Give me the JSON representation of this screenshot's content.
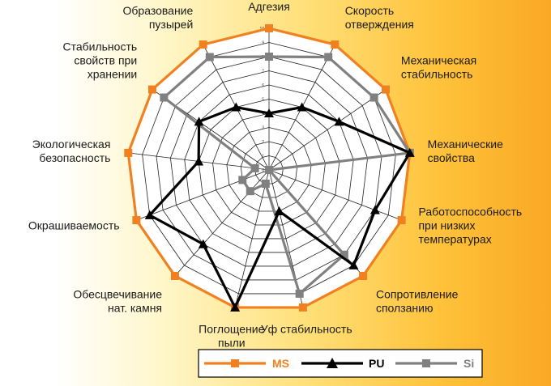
{
  "chart_data": {
    "type": "radar",
    "axes": [
      {
        "label": [
          "Адгезия"
        ]
      },
      {
        "label": [
          "Скорость",
          "отверждения"
        ]
      },
      {
        "label": [
          "Механическая",
          "стабильность"
        ]
      },
      {
        "label": [
          "Механические",
          "свойства"
        ]
      },
      {
        "label": [
          "Работоспособность",
          "при низких",
          "температурах"
        ]
      },
      {
        "label": [
          "Сопротивление",
          "сползанию"
        ]
      },
      {
        "label": [
          "Уф стабильность"
        ]
      },
      {
        "label": [
          "Поглощение",
          "пыли"
        ]
      },
      {
        "label": [
          "Обесцвечивание",
          "нат. камня"
        ]
      },
      {
        "label": [
          "Окрашиваемость"
        ]
      },
      {
        "label": [
          "Экологическая",
          "безопасность"
        ]
      },
      {
        "label": [
          "Стабильность",
          "свойств при",
          "хранении"
        ]
      },
      {
        "label": [
          "Образование",
          "пузырей"
        ]
      }
    ],
    "r_range": [
      0,
      10
    ],
    "grid_levels": 10,
    "series": [
      {
        "name": "MS",
        "color": "#f08020",
        "marker": "square",
        "values": [
          10,
          10,
          10,
          10,
          10,
          10,
          10,
          10,
          10,
          10,
          10,
          10,
          10
        ]
      },
      {
        "name": "PU",
        "color": "#000000",
        "marker": "triangle",
        "values": [
          4,
          5,
          6,
          10,
          8,
          9,
          3,
          10,
          7,
          9,
          5,
          6,
          5
        ]
      },
      {
        "name": "Si",
        "color": "#808080",
        "marker": "square",
        "values": [
          8,
          9,
          9,
          10,
          0,
          8,
          9,
          1,
          2,
          2,
          1,
          9,
          9
        ]
      }
    ],
    "legend": {
      "position": "bottom-right",
      "entries": [
        "MS",
        "PU",
        "Si"
      ]
    },
    "grid": true
  }
}
